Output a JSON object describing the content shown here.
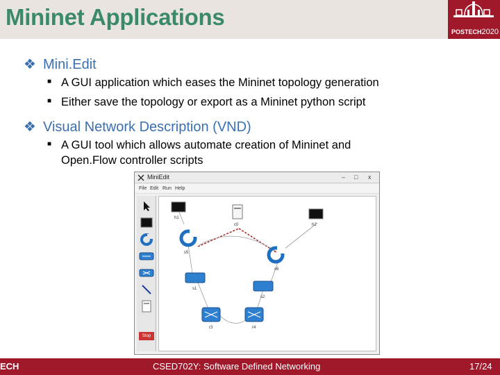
{
  "header": {
    "title": "Mininet Applications",
    "logo": {
      "name": "POSTECH",
      "year": "2020"
    }
  },
  "bullets": [
    {
      "heading": "Mini.Edit",
      "items": [
        "A GUI application which eases the Mininet topology generation",
        "Either save the topology or export as a Mininet python script"
      ]
    },
    {
      "heading": "Visual Network Description (VND)",
      "items": [
        "A GUI tool which allows automate creation of Mininet and",
        "Open.Flow controller scripts"
      ]
    }
  ],
  "screenshot": {
    "window_title": "MiniEdit",
    "window_controls": [
      "–",
      "□",
      "x"
    ],
    "menu": [
      "File",
      "Edit",
      "Run",
      "Help"
    ],
    "tools": [
      "select-icon",
      "host-icon",
      "controller-icon",
      "switch-icon",
      "link-icon",
      "netbook-icon"
    ],
    "tool_run_label": "Stop",
    "nodes": {
      "h1": "h1",
      "c0": "c0",
      "h2": "h2",
      "s5": "s5",
      "s6": "s6",
      "s1": "s1",
      "s2": "s2",
      "r3": "r3",
      "r4": "r4"
    }
  },
  "footer": {
    "left": "ECH",
    "center": "CSED702Y: Software Defined Networking",
    "page": "17/24"
  },
  "colors": {
    "title": "#3a8a6a",
    "bullet_heading": "#3a6fb0",
    "footer_bg": "#a0192a",
    "header_bg": "#e9e4e0"
  }
}
